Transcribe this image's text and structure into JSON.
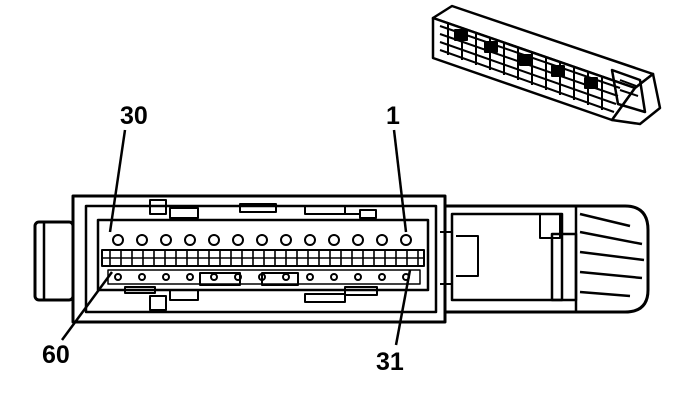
{
  "pin_labels": {
    "top_left": "30",
    "top_right": "1",
    "bottom_left": "60",
    "bottom_right": "31"
  },
  "connector": {
    "pins_per_row": 30,
    "rows": 2
  },
  "colors": {
    "ink": "#000000",
    "paper": "#ffffff"
  }
}
